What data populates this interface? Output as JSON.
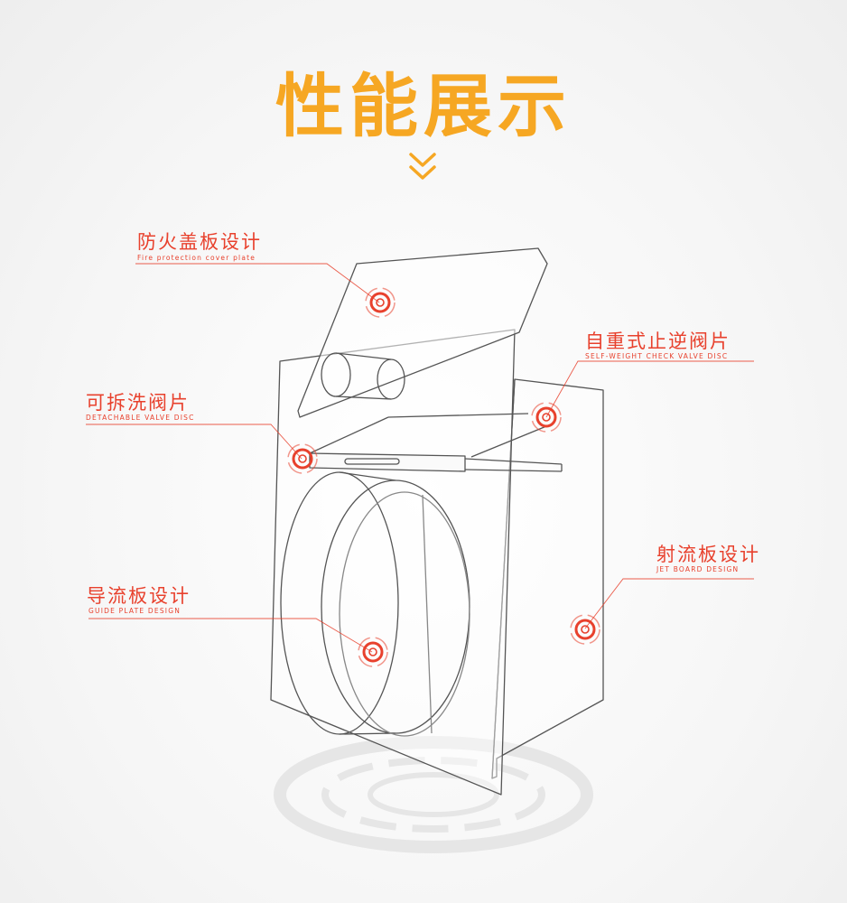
{
  "title": "性能展示",
  "accent_color": "#f6a723",
  "marker_color": "#e8412d",
  "icons": {
    "scroll": "double-chevron-down-icon"
  },
  "features": [
    {
      "cn": "防火盖板设计",
      "en": "Fire protection cover plate"
    },
    {
      "cn": "自重式止逆阀片",
      "en": "SELF-WEIGHT CHECK VALVE DISC"
    },
    {
      "cn": "可拆洗阀片",
      "en": "DETACHABLE VALVE DISC"
    },
    {
      "cn": "射流板设计",
      "en": "JET BOARD DESIGN"
    },
    {
      "cn": "导流板设计",
      "en": "GUIDE PLATE DESIGN"
    }
  ]
}
